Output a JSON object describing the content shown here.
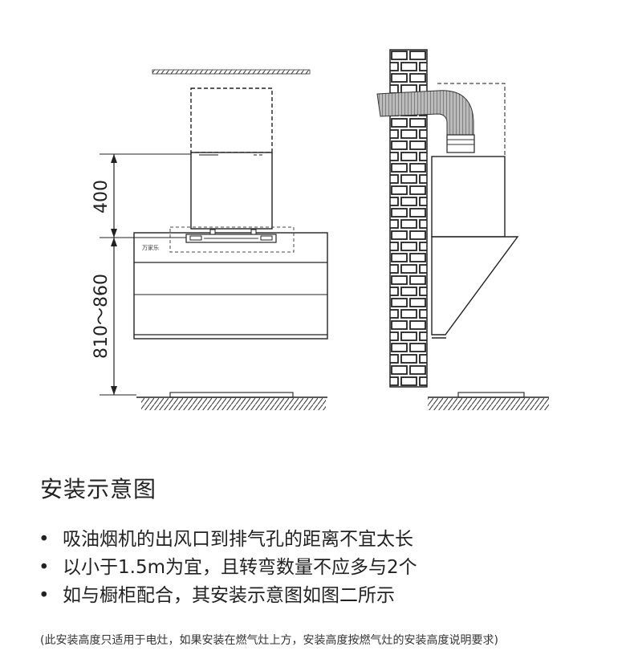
{
  "diagram": {
    "dim_upper": "400",
    "dim_lower": "810～860",
    "brand_label": "万家乐"
  },
  "title": "安装示意图",
  "bullets": [
    "吸油烟机的出风口到排气孔的距离不宜太长",
    "以小于1.5m为宜，且转弯数量不应多与2个",
    "如与橱柜配合，其安装示意图如图二所示"
  ],
  "note": "(此安装高度只适用于电灶，如果安装在燃气灶上方，安装高度按燃气灶的安装高度说明要求)"
}
